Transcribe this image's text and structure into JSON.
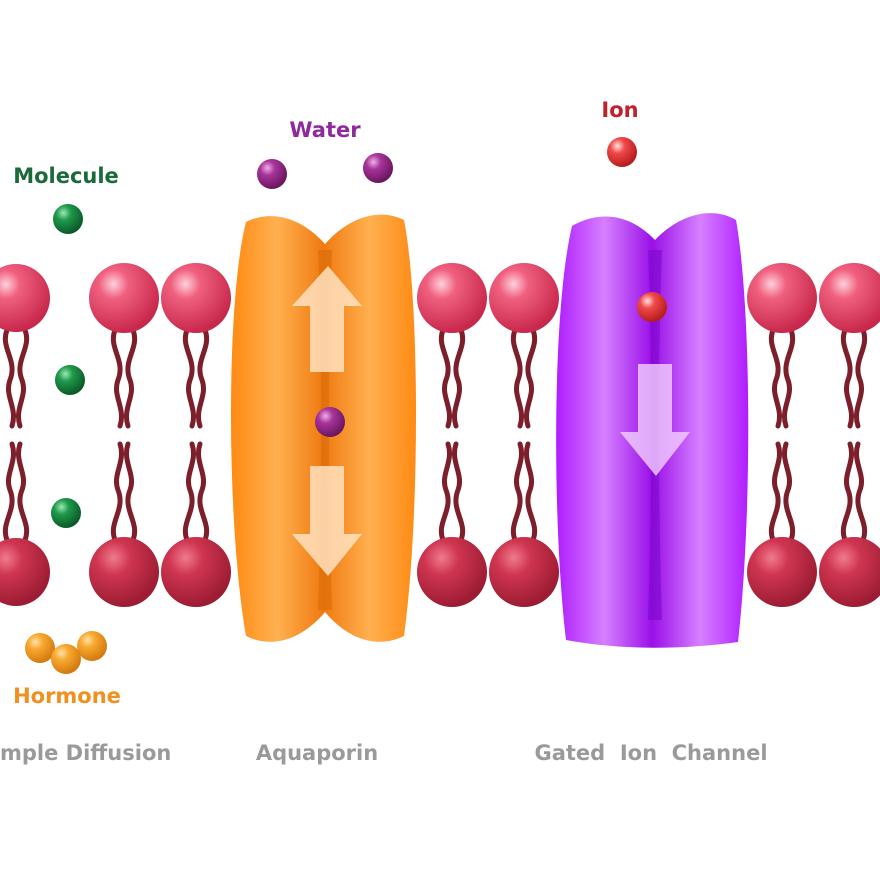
{
  "labels": {
    "molecule": "Molecule",
    "water": "Water",
    "ion": "Ion",
    "hormone": "Hormone"
  },
  "captions": {
    "simple_diffusion": "mple Diffusion",
    "aquaporin": "Aquaporin",
    "gated_ion_channel": "Gated  Ion  Channel"
  },
  "colors": {
    "lipid_head_top": "#e9446a",
    "lipid_head_bottom": "#c52a45",
    "lipid_tail": "#7d1f2b",
    "aquaporin": "#ff8c1a",
    "ion_channel": "#b31fff",
    "molecule": "#16853f",
    "water": "#9b2a8e",
    "ion": "#e83a3a",
    "hormone": "#f5a028",
    "molecule_label": "#1a6a3a",
    "water_label": "#8e2a9c",
    "ion_label": "#c0212e",
    "hormone_label": "#f0901e"
  }
}
